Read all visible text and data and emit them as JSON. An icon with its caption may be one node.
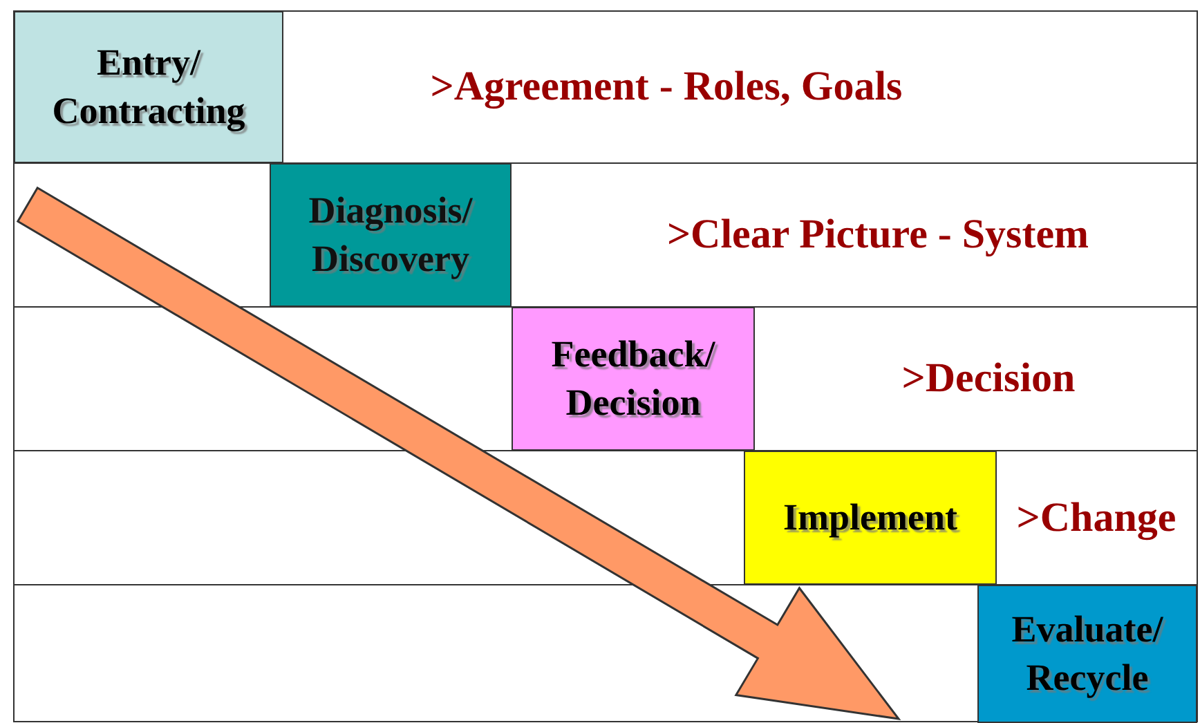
{
  "diagram": {
    "nodes": [
      {
        "text": [
          "Entry/ Contracting"
        ]
      },
      {
        "text": [
          "Diagnosis/ Discovery"
        ]
      },
      {
        "text": [
          "Feedback/ Decision"
        ]
      },
      {
        "text": [
          "Implement"
        ]
      },
      {
        "text": [
          "Evaluate/ Recycle"
        ]
      }
    ],
    "edges": [],
    "labels": [
      ">Agreement - Roles, Goals",
      ">Clear Picture - System",
      ">Decision",
      ">Change"
    ]
  }
}
